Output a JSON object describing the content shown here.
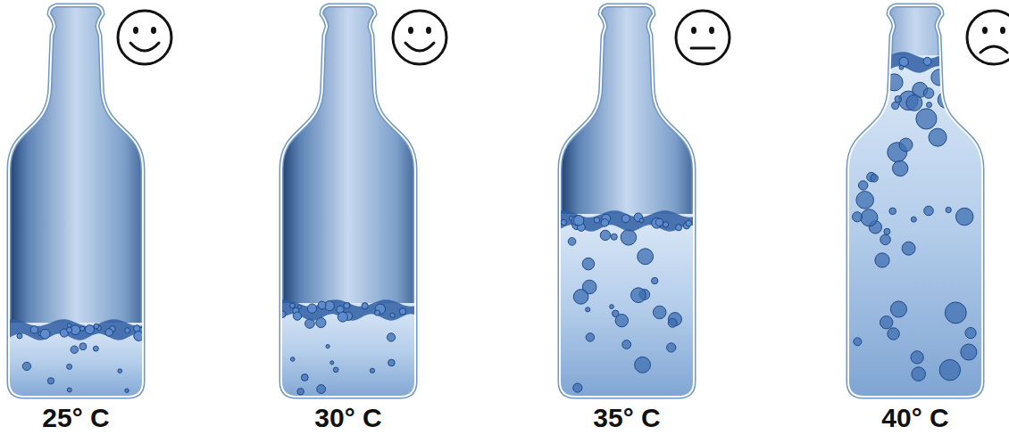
{
  "diagram": {
    "labels": [
      "25° C",
      "30° C",
      "35° C",
      "40° C"
    ]
  }
}
